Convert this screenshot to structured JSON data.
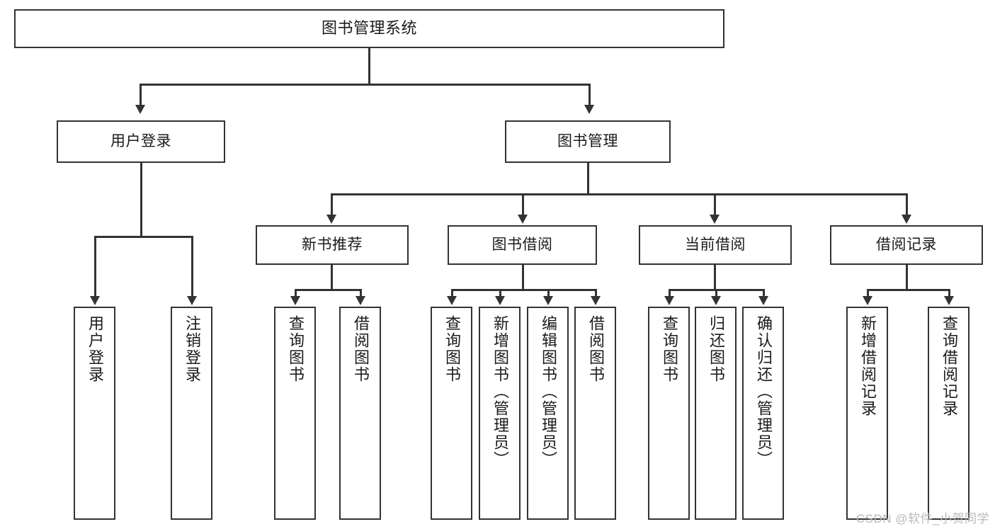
{
  "diagram": {
    "title": "图书管理系统",
    "type": "hierarchy-tree",
    "colors": {
      "border": "#333333",
      "background": "#ffffff",
      "text": "#1b1b1b",
      "watermark": "#b9b9b9"
    },
    "root": {
      "label": "图书管理系统"
    },
    "level1": [
      {
        "id": "user-login",
        "label": "用户登录"
      },
      {
        "id": "book-manage",
        "label": "图书管理"
      }
    ],
    "level2": [
      {
        "id": "new-book-rec",
        "label": "新书推荐"
      },
      {
        "id": "book-borrow",
        "label": "图书借阅"
      },
      {
        "id": "current-borrow",
        "label": "当前借阅"
      },
      {
        "id": "borrow-record",
        "label": "借阅记录"
      }
    ],
    "leaves": {
      "user_login": [
        {
          "id": "leaf-user-login",
          "label": "用户登录"
        },
        {
          "id": "leaf-logout-login",
          "label": "注销登录"
        }
      ],
      "new_book_rec": [
        {
          "id": "leaf-query-book-1",
          "label": "查询图书"
        },
        {
          "id": "leaf-borrow-book-1",
          "label": "借阅图书"
        }
      ],
      "book_borrow": [
        {
          "id": "leaf-query-book-2",
          "label": "查询图书"
        },
        {
          "id": "leaf-add-book",
          "label": "新增图书（管理员）"
        },
        {
          "id": "leaf-edit-book",
          "label": "编辑图书（管理员）"
        },
        {
          "id": "leaf-borrow-book-2",
          "label": "借阅图书"
        }
      ],
      "current_borrow": [
        {
          "id": "leaf-query-book-3",
          "label": "查询图书"
        },
        {
          "id": "leaf-return-book",
          "label": "归还图书"
        },
        {
          "id": "leaf-confirm-return",
          "label": "确认归还（管理员）"
        }
      ],
      "borrow_record": [
        {
          "id": "leaf-add-record",
          "label": "新增借阅记录"
        },
        {
          "id": "leaf-query-record",
          "label": "查询借阅记录"
        }
      ]
    }
  },
  "watermark": {
    "text": "CSDN @软件_小贺同学"
  }
}
